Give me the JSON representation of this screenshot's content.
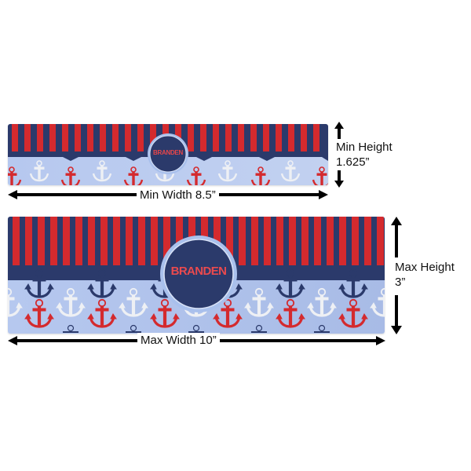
{
  "product": {
    "personalization_name": "BRANDEN",
    "pattern": "nautical stripes and anchors",
    "colors": {
      "navy": "#2b3a6b",
      "red": "#d42a2e",
      "light_blue": "#b8c9ee",
      "white_anchor": "#eef0f4",
      "circle_ring": "#a9c0ec"
    }
  },
  "small_mat": {
    "width_label": "Min Width 8.5”",
    "height_label_line1": "Min Height",
    "height_label_line2": "1.625”"
  },
  "large_mat": {
    "width_label": "Max Width 10”",
    "height_label_line1": "Max Height",
    "height_label_line2": "3”"
  },
  "icons": {
    "arrow": "double-headed-arrow",
    "anchor": "anchor-icon"
  }
}
